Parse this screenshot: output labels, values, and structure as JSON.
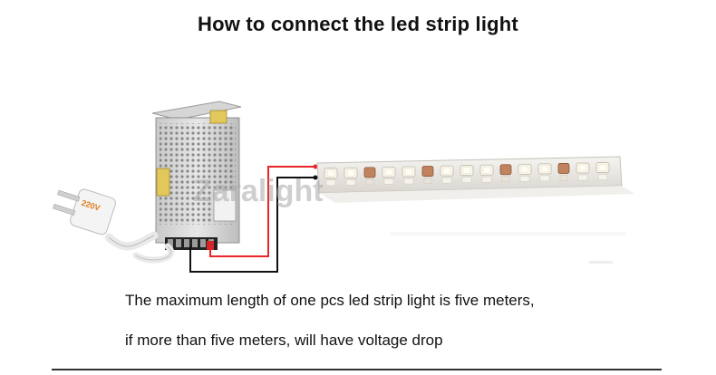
{
  "title": "How to connect the led strip light",
  "watermark": "Zaralight",
  "plug_label": "220V",
  "caption_line1": "The maximum length of one pcs led strip light is  five meters,",
  "caption_line2": "if more than five  meters, will have voltage drop",
  "colors": {
    "positive_wire": "#e8262a",
    "negative_wire": "#111111",
    "strip_base": "#f0eeea",
    "led_chip": "#fbf8ee",
    "resistor": "#c0835d"
  }
}
